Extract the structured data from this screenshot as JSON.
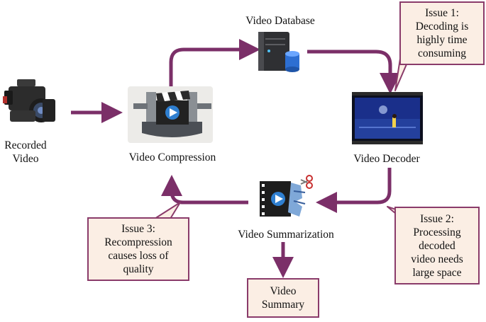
{
  "nodes": {
    "recorded_video": "Recorded\nVideo",
    "video_compression": "Video Compression",
    "video_database": "Video Database",
    "video_decoder": "Video Decoder",
    "video_summarization": "Video Summarization",
    "video_summary": "Video\nSummary"
  },
  "issues": {
    "issue1": "Issue 1:\nDecoding is\nhighly time\nconsuming",
    "issue2": "Issue 2:\nProcessing\ndecoded\nvideo needs\nlarge space",
    "issue3": "Issue 3:\nRecompression\ncauses loss of\nquality"
  },
  "colors": {
    "arrow": "#7b2f68",
    "callout_fill": "#fbeee4",
    "callout_border": "#8a3b6a"
  },
  "icons": {
    "recorded_video": "video-camera-icon",
    "video_compression": "clapper-clamp-icon",
    "video_database": "server-database-icon",
    "video_decoder": "video-frame-icon",
    "video_summarization": "film-strip-scissors-icon"
  }
}
